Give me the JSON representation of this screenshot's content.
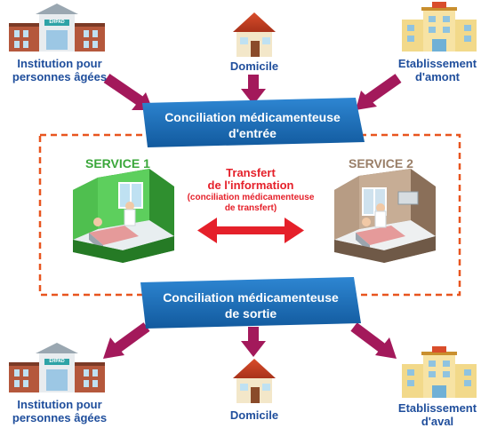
{
  "top_sources": {
    "ehpad": {
      "label": "Institution pour personnes âgées",
      "sign": "EHPAD"
    },
    "home": {
      "label": "Domicile"
    },
    "upstream": {
      "label": "Etablissement d'amont"
    }
  },
  "entry_banner": {
    "line1": "Conciliation médicamenteuse",
    "line2": "d'entrée"
  },
  "services": {
    "service1": "SERVICE 1",
    "service2": "SERVICE 2"
  },
  "transfer": {
    "line1": "Transfert",
    "line2": "de l'information",
    "sub1": "(conciliation médicamenteuse",
    "sub2": "de transfert)"
  },
  "exit_banner": {
    "line1": "Conciliation médicamenteuse",
    "line2": "de sortie"
  },
  "bottom_destinations": {
    "ehpad": {
      "label": "Institution pour personnes âgées",
      "sign": "EHPAD"
    },
    "home": {
      "label": "Domicile"
    },
    "downstream": {
      "label": "Etablissement d'aval"
    }
  },
  "colors": {
    "arrow_purple": "#a3195b",
    "banner_blue": "#1a6ab8",
    "dashed_orange": "#e8551f",
    "service1_green": "#3aa73a",
    "service2_brown": "#9a7f68",
    "transfer_red": "#e5202a",
    "label_blue": "#1f4e9c"
  }
}
